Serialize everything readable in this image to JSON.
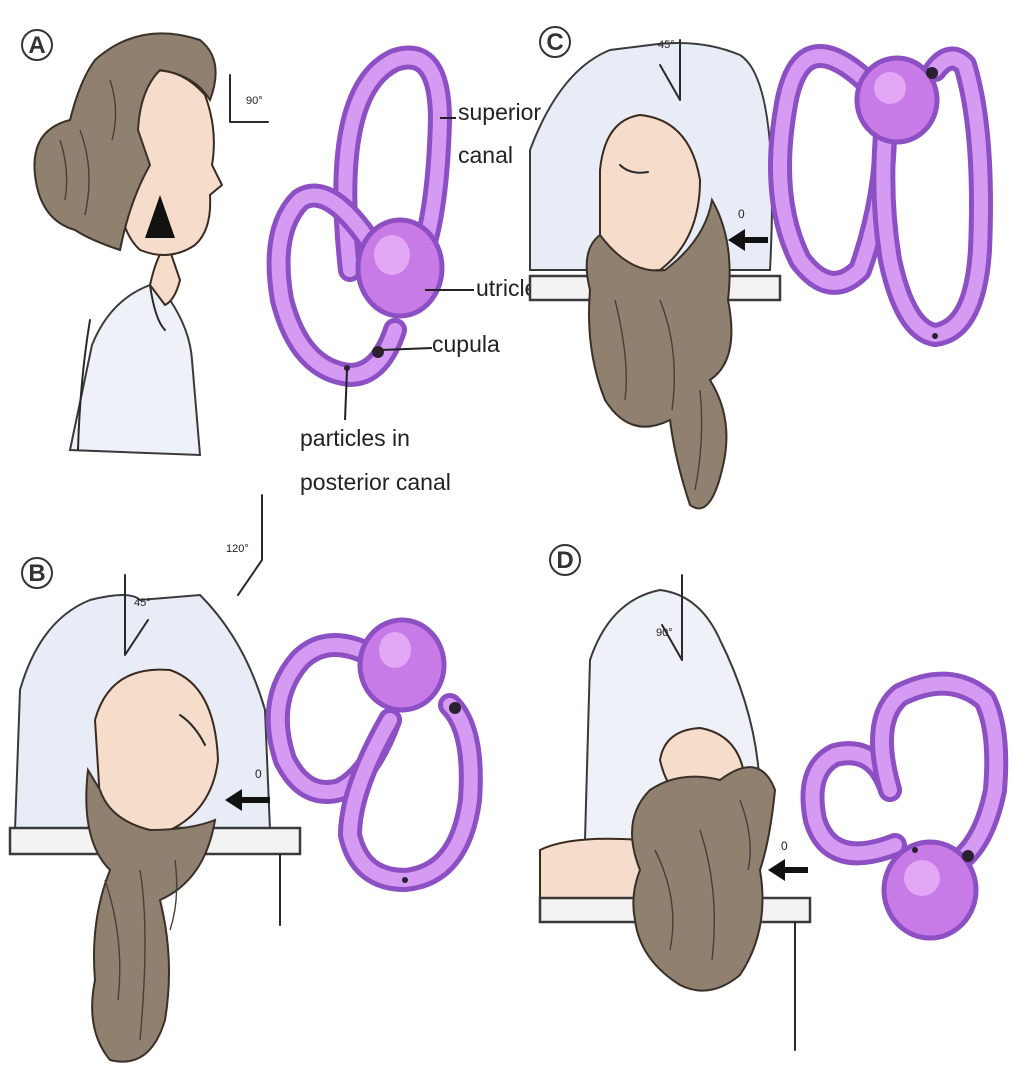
{
  "panels": [
    {
      "letter": "A",
      "angle_label": "90°"
    },
    {
      "letter": "B",
      "angle_label": "45°",
      "angle_label_2": "120°",
      "marker": "0"
    },
    {
      "letter": "C",
      "angle_label": "45°",
      "marker": "0"
    },
    {
      "letter": "D",
      "angle_label": "90°",
      "marker": "0"
    }
  ],
  "labels": {
    "superior_canal_1": "superior",
    "superior_canal_2": "canal",
    "utricle": "utricle",
    "cupula": "cupula",
    "particles_1": "particles in",
    "particles_2": "posterior canal"
  },
  "colors": {
    "labyrinth": "#c87be6",
    "labyrinth_outline": "#8d4fc4",
    "hair": "#8f8070",
    "skin": "#f6dccb",
    "pillow": "#e8ecf6"
  }
}
